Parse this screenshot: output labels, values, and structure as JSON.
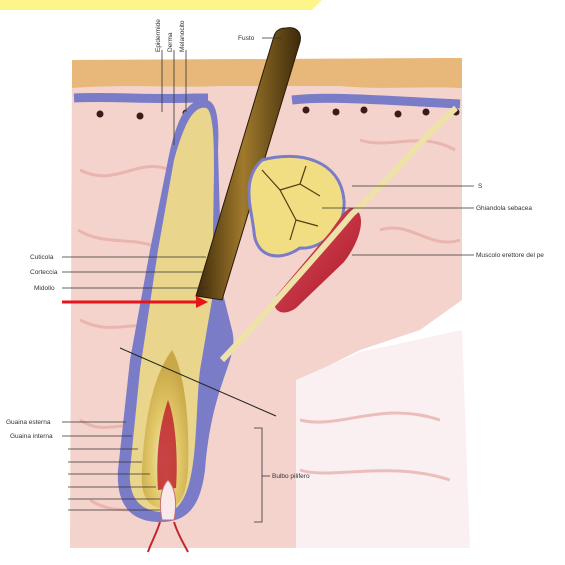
{
  "labels": {
    "epidermide": "Epidermide",
    "derma": "Derma",
    "melanocito": "Melanocito",
    "fusto": "Fusto",
    "s": "S",
    "ghiandola_sebacea": "Ghiandola sebacea",
    "muscolo_erettore": "Muscolo erettore del pe",
    "cuticola": "Cuticola",
    "corteccia": "Corteccia",
    "midollo": "Midollo",
    "guaina_esterna": "Guaina esterna",
    "guaina_interna": "Guaina interna",
    "bulbo_pilifero": "Bulbo pilifero"
  },
  "colors": {
    "banner": "#fdf58a",
    "dermis": "#f4d3cc",
    "epidermis_top": "#e8b77a",
    "basal_layer": "#7b7cc8",
    "hair_shaft": "#7a5a1f",
    "gland": "#f1de82",
    "muscle": "#c8283a",
    "arrow": "#e8141c"
  },
  "icons": [
    "red-arrow-icon"
  ]
}
